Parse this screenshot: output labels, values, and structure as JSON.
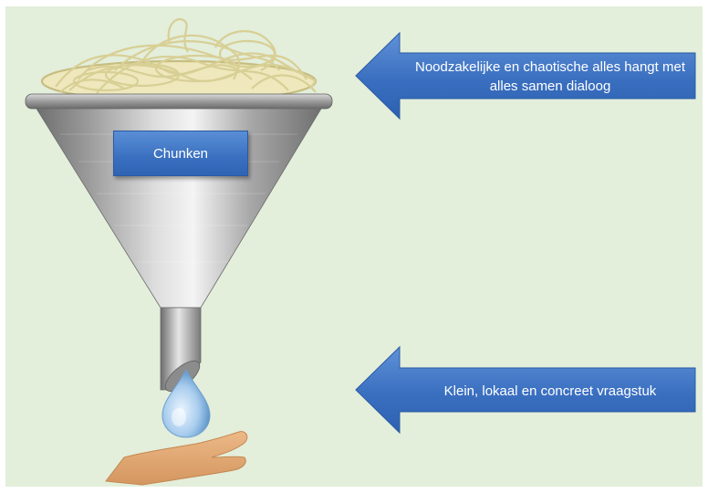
{
  "funnel": {
    "box_label": "Chunken"
  },
  "arrows": {
    "top_label": "Noodzakelijke en chaotische alles hangt met alles samen dialoog",
    "bottom_label": "Klein, lokaal en concreet vraagstuk"
  },
  "colors": {
    "background": "#e3eedb",
    "arrow_blue": "#3a6fc0",
    "box_blue": "#3a6fc0",
    "funnel_steel": "#a9a9a9",
    "spaghetti": "#e9e2b4",
    "water": "#a9cdee",
    "hand": "#e3a772"
  },
  "icons": [
    "funnel-icon",
    "spaghetti-icon",
    "water-drop-icon",
    "hand-icon",
    "arrow-left-icon"
  ]
}
